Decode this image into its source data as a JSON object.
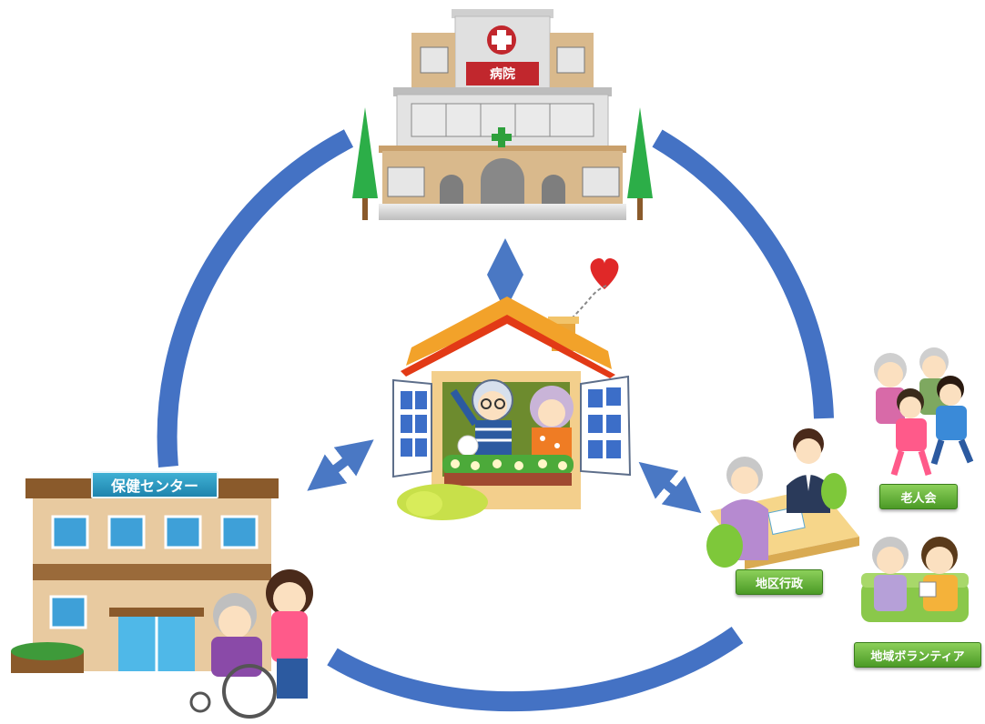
{
  "labels": {
    "hospital": "病院",
    "health_center": "保健センター",
    "district_admin": "地区行政",
    "seniors_club": "老人会",
    "community_volunteer": "地域ボランティア"
  },
  "colors": {
    "circle": "#4472c4",
    "arrow": "#4a78c4",
    "label_green": "#5aa832",
    "sign_blue": "#2a9acb",
    "hospital_red": "#c1272d"
  },
  "icons": [
    "hospital-building-icon",
    "home-with-elderly-couple-icon",
    "health-center-building-icon",
    "caregiver-with-wheelchair-icon",
    "consultation-meeting-icon",
    "walking-seniors-icon",
    "volunteer-visiting-senior-icon"
  ]
}
